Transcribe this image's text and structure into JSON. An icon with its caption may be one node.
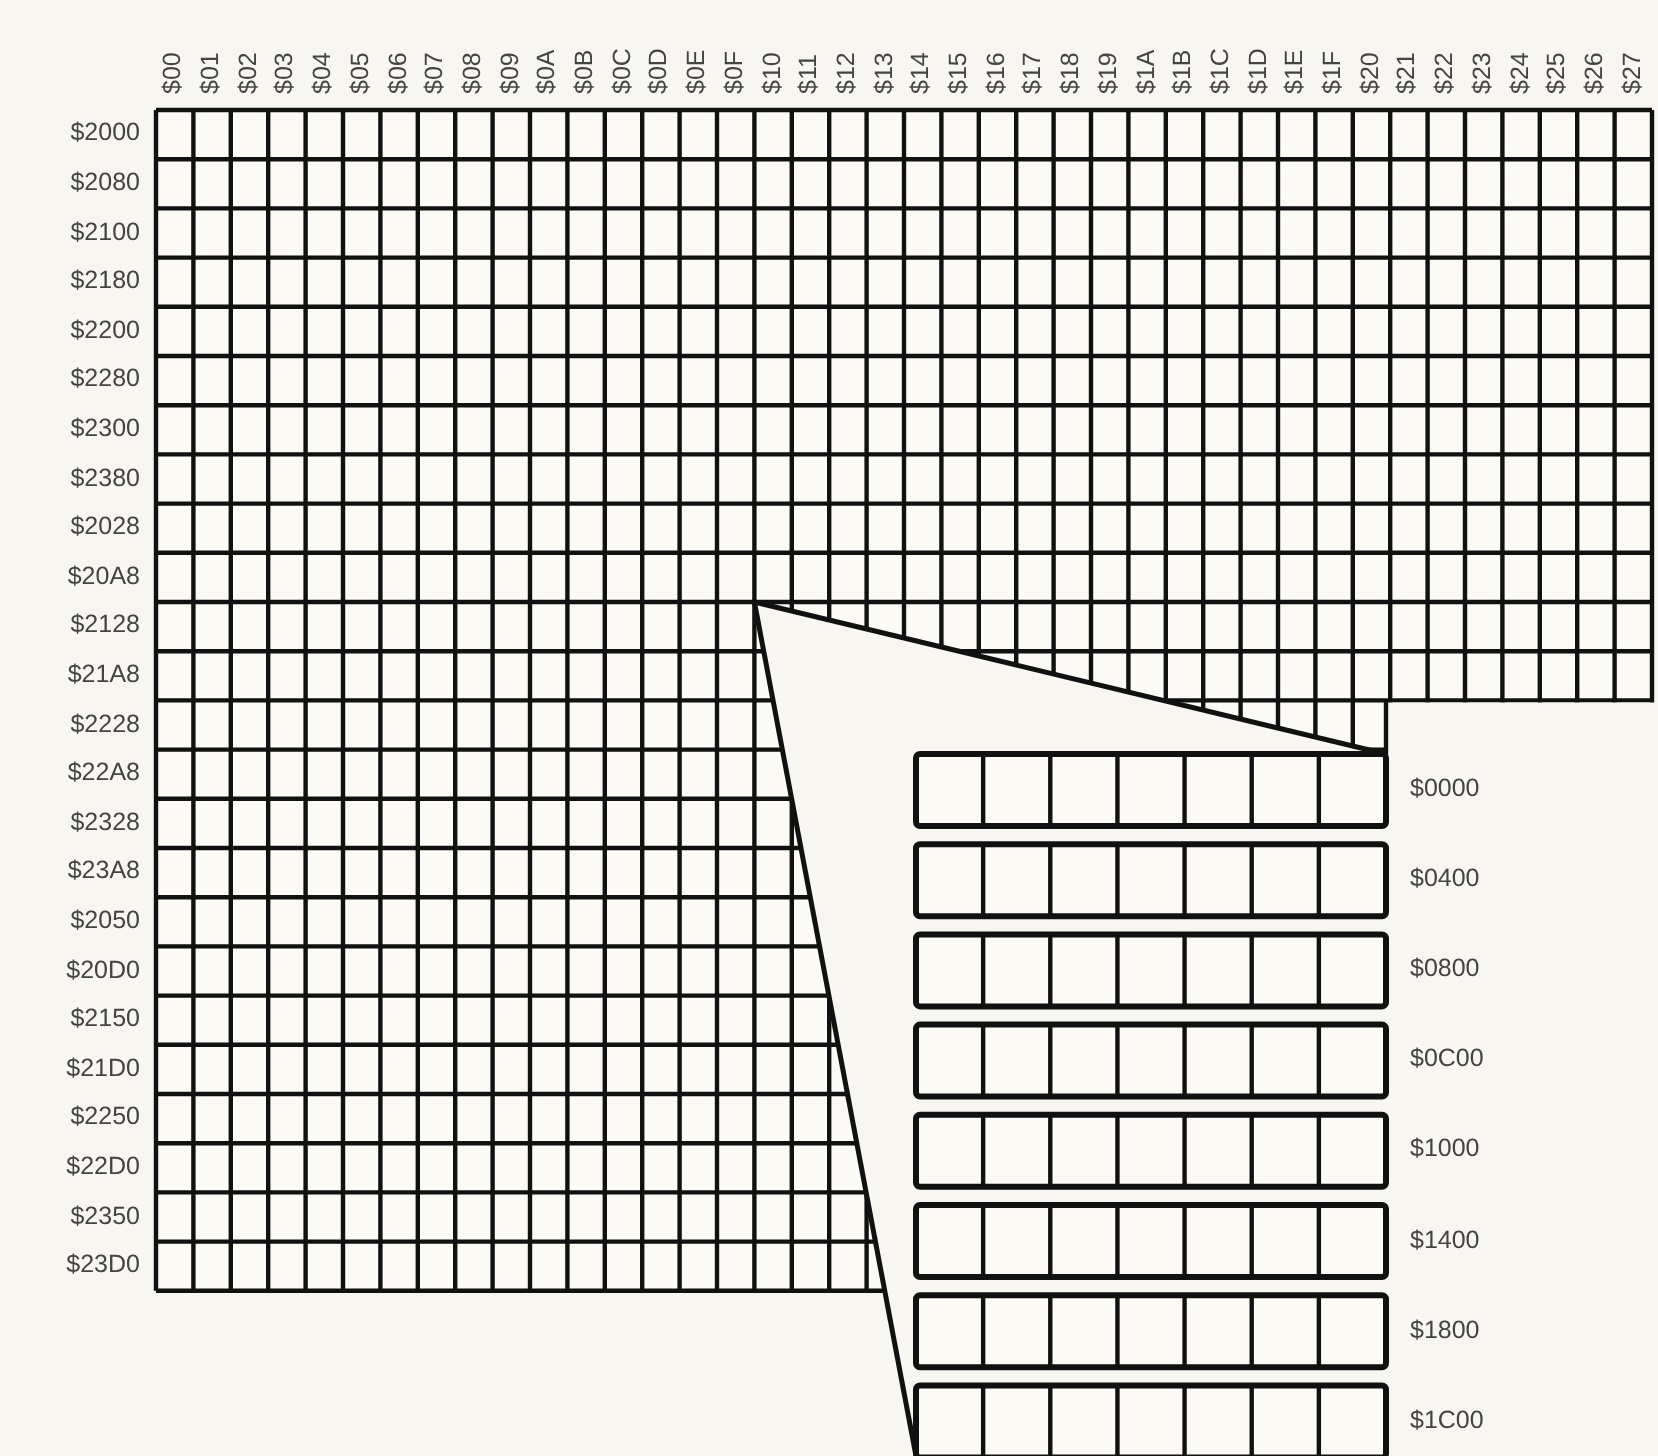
{
  "diagram": {
    "labels": [
      "$00",
      "$01",
      "$02",
      "$03",
      "$04",
      "$05",
      "$06",
      "$07",
      "$08",
      "$09",
      "$0A",
      "$0B",
      "$0C",
      "$0D",
      "$0E",
      "$0F",
      "$10",
      "$11",
      "$12",
      "$13",
      "$14",
      "$15",
      "$16",
      "$17",
      "$18",
      "$19",
      "$1A",
      "$1B",
      "$1C",
      "$1D",
      "$1E",
      "$1F",
      "$20",
      "$21",
      "$22",
      "$23",
      "$24",
      "$25",
      "$26",
      "$27",
      "$2000",
      "$2080",
      "$2100",
      "$2180",
      "$2200",
      "$2280",
      "$2300",
      "$2380",
      "$2028",
      "$20A8",
      "$2128",
      "$21A8",
      "$2228",
      "$22A8",
      "$2328",
      "$23A8",
      "$2050",
      "$20D0",
      "$2150",
      "$21D0",
      "$2250",
      "$22D0",
      "$2350",
      "$23D0",
      "$0000",
      "$0400",
      "$0800",
      "$0C00",
      "$1000",
      "$1400",
      "$1800",
      "$1C00"
    ]
  }
}
